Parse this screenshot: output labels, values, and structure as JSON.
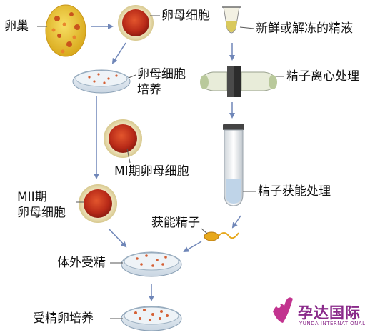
{
  "labels": {
    "ovary": "卵巢",
    "oocyte": "卵母细胞",
    "semen": "新鲜或解冻的精液",
    "oocyte_culture": [
      "卵母细胞",
      "培养"
    ],
    "centrifuge": "精子离心处理",
    "mii_oocyte": "MI期卵母细胞",
    "capacitation": "精子获能处理",
    "mii_oocyte2": [
      "MII期",
      "卵母细胞"
    ],
    "capacitated_sperm": "获能精子",
    "ivf": "体外受精",
    "fertilized_culture": "受精卵培养"
  },
  "logo": {
    "text": "孕达国际",
    "subtitle": "YUNDA INTERNATIONAL",
    "color": "#8a2a8a"
  },
  "colors": {
    "arrow": "#6f86b8",
    "egg_red": "#c0321e",
    "egg_halo": "#e7dcae",
    "ovary": "#e9c23a",
    "dish": "#dfe8f0"
  }
}
